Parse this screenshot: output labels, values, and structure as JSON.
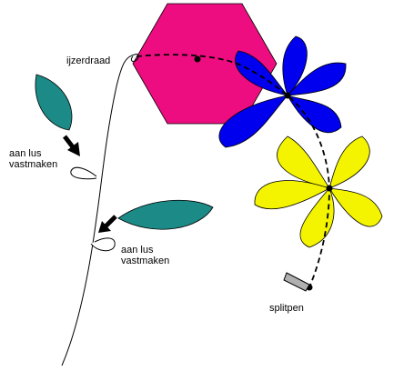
{
  "labels": {
    "wire": "ijzerdraad",
    "attach_loop_1_line1": "aan lus",
    "attach_loop_1_line2": "vastmaken",
    "attach_loop_2_line1": "aan lus",
    "attach_loop_2_line2": "vastmaken",
    "split_pin": "splitpen"
  },
  "colors": {
    "hexagon": "#ee0d80",
    "blue_flower": "#0000ee",
    "yellow_flower": "#f4f400",
    "leaf": "#1c8a86",
    "outline": "#000000",
    "split_pin_body": "#b0b0b0"
  },
  "icons": {
    "arrow_1": "arrow-down-right-icon",
    "arrow_2": "arrow-down-left-icon"
  }
}
